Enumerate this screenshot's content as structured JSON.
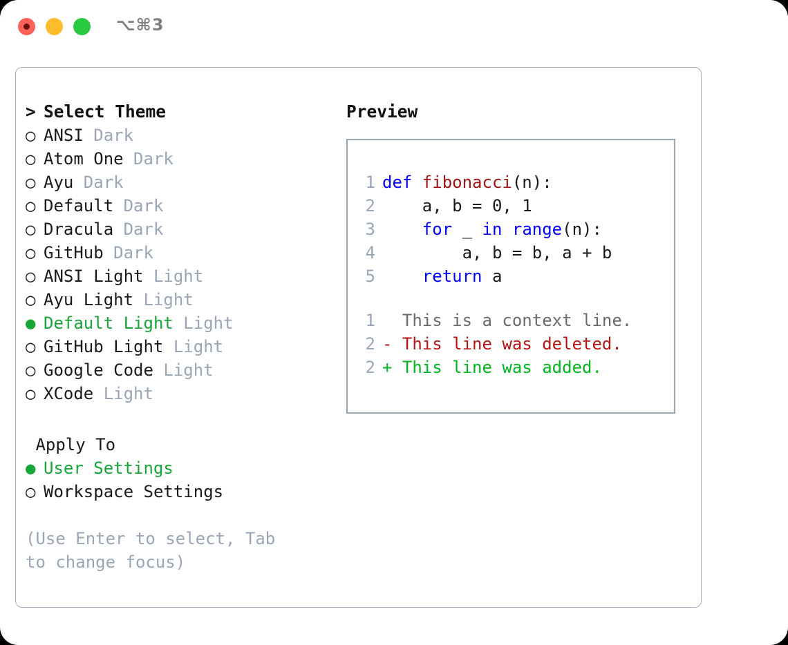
{
  "titlebar": {
    "shortcut": "⌥⌘3",
    "buttons": {
      "close": "close",
      "minimize": "minimize",
      "maximize": "maximize"
    }
  },
  "colors": {
    "accent_green": "#16a637",
    "muted": "#9aa5b5",
    "keyword_blue": "#0000ff",
    "function_red": "#a31515",
    "diff_delete": "#b81414",
    "diff_add": "#00b81e",
    "border": "#a7b0bd"
  },
  "theme_panel": {
    "header_prefix": "> ",
    "header": "Select Theme",
    "bullet_selected": "●",
    "bullet_unselected": "○",
    "items": [
      {
        "name": "ANSI",
        "variant": "Dark",
        "selected": false
      },
      {
        "name": "Atom One",
        "variant": "Dark",
        "selected": false
      },
      {
        "name": "Ayu",
        "variant": "Dark",
        "selected": false
      },
      {
        "name": "Default",
        "variant": "Dark",
        "selected": false
      },
      {
        "name": "Dracula",
        "variant": "Dark",
        "selected": false
      },
      {
        "name": "GitHub",
        "variant": "Dark",
        "selected": false
      },
      {
        "name": "ANSI Light",
        "variant": "Light",
        "selected": false
      },
      {
        "name": "Ayu Light",
        "variant": "Light",
        "selected": false
      },
      {
        "name": "Default Light",
        "variant": "Light",
        "selected": true
      },
      {
        "name": "GitHub Light",
        "variant": "Light",
        "selected": false
      },
      {
        "name": "Google Code",
        "variant": "Light",
        "selected": false
      },
      {
        "name": "XCode",
        "variant": "Light",
        "selected": false
      }
    ]
  },
  "apply_to": {
    "title": "Apply To",
    "options": [
      {
        "label": "User Settings",
        "selected": true
      },
      {
        "label": "Workspace Settings",
        "selected": false
      }
    ]
  },
  "hint": "(Use Enter to select, Tab to change focus)",
  "preview": {
    "title": "Preview",
    "code": [
      {
        "line_number": "1",
        "tokens": [
          {
            "text": "def ",
            "style": "kw"
          },
          {
            "text": "fibonacci",
            "style": "fn"
          },
          {
            "text": "(n):",
            "style": "plain"
          }
        ]
      },
      {
        "line_number": "2",
        "tokens": [
          {
            "text": "    a, b = 0, 1",
            "style": "plain"
          }
        ]
      },
      {
        "line_number": "3",
        "tokens": [
          {
            "text": "    ",
            "style": "plain"
          },
          {
            "text": "for",
            "style": "kw"
          },
          {
            "text": " _ ",
            "style": "plain"
          },
          {
            "text": "in",
            "style": "kw"
          },
          {
            "text": " ",
            "style": "plain"
          },
          {
            "text": "range",
            "style": "kw"
          },
          {
            "text": "(n):",
            "style": "plain"
          }
        ]
      },
      {
        "line_number": "4",
        "tokens": [
          {
            "text": "        a, b = b, a + b",
            "style": "plain"
          }
        ]
      },
      {
        "line_number": "5",
        "tokens": [
          {
            "text": "    ",
            "style": "plain"
          },
          {
            "text": "return",
            "style": "kw"
          },
          {
            "text": " a",
            "style": "plain"
          }
        ]
      }
    ],
    "diff": [
      {
        "line_number": "1",
        "marker": "  ",
        "text": "This is a context line.",
        "kind": "context"
      },
      {
        "line_number": "2",
        "marker": "- ",
        "text": "This line was deleted.",
        "kind": "delete"
      },
      {
        "line_number": "2",
        "marker": "+ ",
        "text": "This line was added.",
        "kind": "add"
      }
    ]
  }
}
